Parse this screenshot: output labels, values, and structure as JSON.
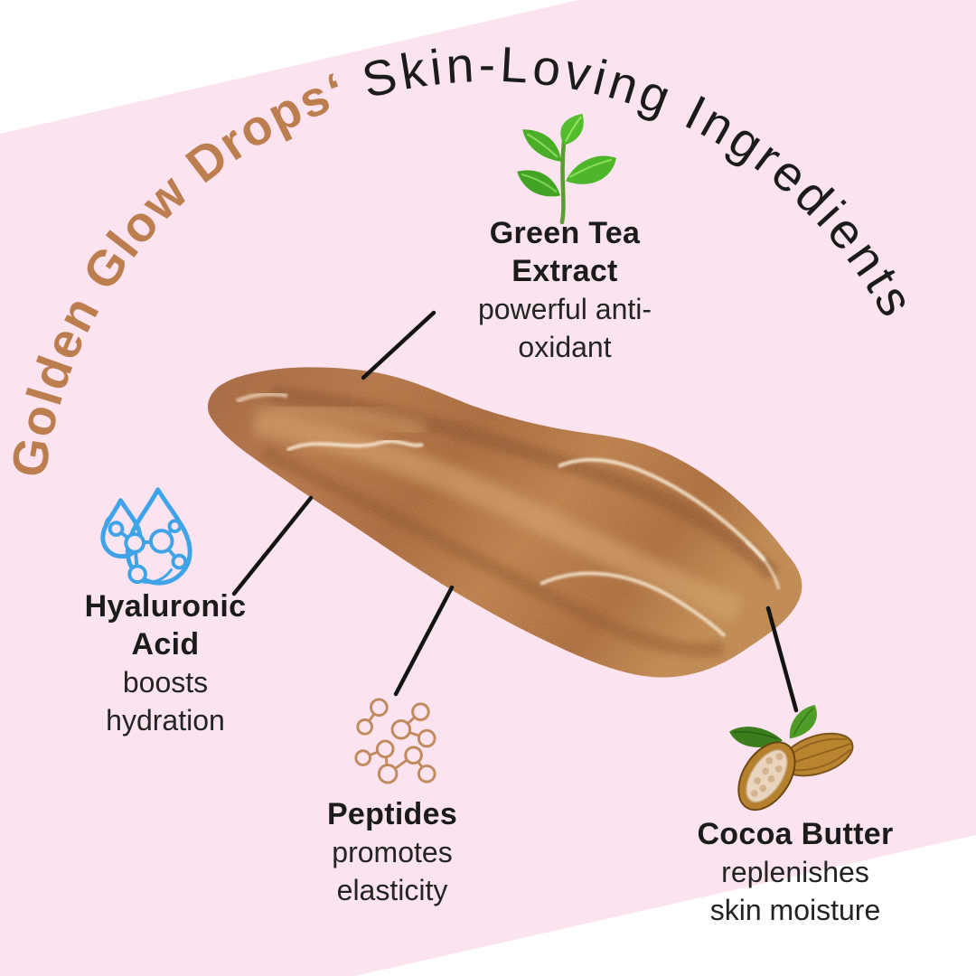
{
  "background": {
    "page_color": "#ffffff",
    "band_color": "#fbe4f0"
  },
  "arc_title": {
    "brand_text": "Golden Glow Drops‘",
    "rest_text": "Skin-Loving Ingredients",
    "brand_color": "#bd7e4f",
    "rest_color": "#1b1b1b"
  },
  "swatch": {
    "name": "bronze serum smear",
    "base_color": "#a96738",
    "highlight_color": "#d9a96f"
  },
  "ingredients": [
    {
      "id": "green-tea-extract",
      "name_lines": [
        "Green Tea",
        "Extract"
      ],
      "desc_lines": [
        "powerful anti-",
        "oxidant"
      ],
      "icon": "green-tea-sprig-icon",
      "icon_color": "#4eb62b"
    },
    {
      "id": "hyaluronic-acid",
      "name_lines": [
        "Hyaluronic",
        "Acid"
      ],
      "desc_lines": [
        "boosts",
        "hydration"
      ],
      "icon": "water-drop-molecule-icon",
      "icon_color": "#3fa3e8"
    },
    {
      "id": "peptides",
      "name_lines": [
        "Peptides"
      ],
      "desc_lines": [
        "promotes",
        "elasticity"
      ],
      "icon": "peptide-chain-icon",
      "icon_color": "#c18a5e"
    },
    {
      "id": "cocoa-butter",
      "name_lines": [
        "Cocoa Butter"
      ],
      "desc_lines": [
        "replenishes",
        "skin moisture"
      ],
      "icon": "cocoa-beans-icon",
      "icon_color": "#b8842f"
    }
  ]
}
